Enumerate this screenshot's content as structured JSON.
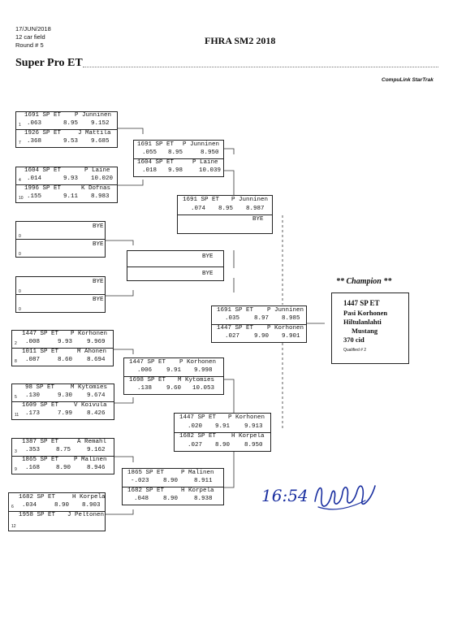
{
  "header": {
    "date": "17/JUN/2018",
    "field": "12 car field",
    "round": "Round # 5",
    "event": "FHRA SM2 2018",
    "class_name": "Super Pro ET",
    "brand": "CompuLink StarTrak"
  },
  "round1": {
    "m1": {
      "a": {
        "dial": "1691 SP ET",
        "driver": "P Junninen",
        "lane": "1",
        "rt": ".063",
        "et": "8.95",
        "speed": "9.152"
      },
      "b": {
        "dial": "1926 SP ET",
        "driver": "J Mattila",
        "lane": "7",
        "rt": ".368",
        "et": "9.53",
        "speed": "9.685"
      }
    },
    "m2": {
      "a": {
        "dial": "1604 SP ET",
        "driver": "P Laine",
        "lane": "4",
        "rt": ".014",
        "et": "9.93",
        "speed": "10.020"
      },
      "b": {
        "dial": "1996 SP ET",
        "driver": "K Dofnas",
        "lane": "10",
        "rt": ".155",
        "et": "9.11",
        "speed": "8.983"
      }
    },
    "m3": {
      "a": {
        "bye": "BYE",
        "lane": "0"
      },
      "b": {
        "bye": "BYE",
        "lane": "0"
      }
    },
    "m4": {
      "a": {
        "bye": "BYE",
        "lane": "0"
      },
      "b": {
        "bye": "BYE",
        "lane": "0"
      }
    },
    "m5": {
      "a": {
        "dial": "1447 SP ET",
        "driver": "P Korhonen",
        "lane": "2",
        "rt": ".008",
        "et": "9.93",
        "speed": "9.969"
      },
      "b": {
        "dial": "1011 SP ET",
        "driver": "M Ahonen",
        "lane": "8",
        "rt": ".087",
        "et": "8.60",
        "speed": "8.694"
      }
    },
    "m6": {
      "a": {
        "dial": "98 SP ET",
        "driver": "M Kytomies",
        "lane": "5",
        "rt": ".130",
        "et": "9.30",
        "speed": "9.674"
      },
      "b": {
        "dial": "1609 SP ET",
        "driver": "V Koivula",
        "lane": "11",
        "rt": ".173",
        "et": "7.99",
        "speed": "8.426"
      }
    },
    "m7": {
      "a": {
        "dial": "1387 SP ET",
        "driver": "A Remahl",
        "lane": "3",
        "rt": ".353",
        "et": "8.75",
        "speed": "9.162"
      },
      "b": {
        "dial": "1865 SP ET",
        "driver": "P Malinen",
        "lane": "9",
        "rt": ".168",
        "et": "8.90",
        "speed": "8.946"
      }
    },
    "m8": {
      "a": {
        "dial": "1682 SP ET",
        "driver": "H Korpela",
        "lane": "6",
        "rt": ".034",
        "et": "8.90",
        "speed": "8.903"
      },
      "b": {
        "dial": "1958 SP ET",
        "driver": "J Peltonen",
        "lane": "12"
      }
    }
  },
  "round2": {
    "m1": {
      "a": {
        "dial": "1691 SP ET",
        "driver": "P Junninen",
        "rt": ".055",
        "et": "8.95",
        "speed": "8.950"
      },
      "b": {
        "dial": "1604 SP ET",
        "driver": "P Laine",
        "rt": ".018",
        "et": "9.98",
        "speed": "10.039"
      }
    },
    "m2": {
      "a": {
        "bye": "BYE"
      },
      "b": {
        "bye": "BYE"
      }
    },
    "m3": {
      "a": {
        "dial": "1447 SP ET",
        "driver": "P Korhonen",
        "rt": ".006",
        "et": "9.91",
        "speed": "9.998"
      },
      "b": {
        "dial": "1698 SP ET",
        "driver": "M Kytomies",
        "rt": ".138",
        "et": "9.60",
        "speed": "10.053"
      }
    },
    "m4": {
      "a": {
        "dial": "1865 SP ET",
        "driver": "P Malinen",
        "rt": "-.023",
        "et": "8.90",
        "speed": "8.911"
      },
      "b": {
        "dial": "1682 SP ET",
        "driver": "H Korpela",
        "rt": ".048",
        "et": "8.90",
        "speed": "8.938"
      }
    }
  },
  "round3": {
    "m1": {
      "a": {
        "dial": "1691 SP ET",
        "driver": "P Junninen",
        "rt": ".074",
        "et": "8.95",
        "speed": "8.987"
      },
      "b": {
        "bye": "BYE"
      }
    },
    "m2": {
      "a": {
        "dial": "1447 SP ET",
        "driver": "P Korhonen",
        "rt": ".020",
        "et": "9.91",
        "speed": "9.913"
      },
      "b": {
        "dial": "1682 SP ET",
        "driver": "H Korpela",
        "rt": ".027",
        "et": "8.90",
        "speed": "8.950"
      }
    }
  },
  "final": {
    "a": {
      "dial": "1691 SP ET",
      "driver": "P Junninen",
      "rt": ".035",
      "et": "8.97",
      "speed": "8.985"
    },
    "b": {
      "dial": "1447 SP ET",
      "driver": "P Korhonen",
      "rt": ".027",
      "et": "9.90",
      "speed": "9.901"
    }
  },
  "champion": {
    "label": "** Champion **",
    "dial": "1447  SP ET",
    "name": "Pasi Korhonen",
    "hometown": "Hiltulanlahti",
    "car": "Mustang",
    "engine": "370 cid",
    "qualified": "Qualified # 2"
  },
  "annotation": {
    "time": "16:54"
  }
}
